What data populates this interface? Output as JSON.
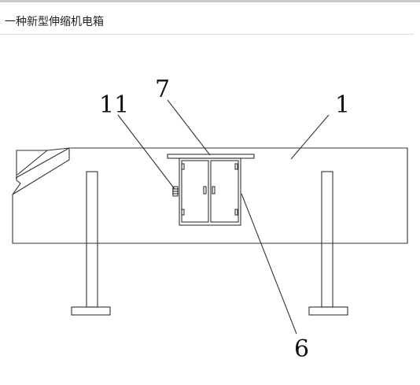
{
  "header": {
    "title": "一种新型伸缩机电箱"
  },
  "diagram": {
    "callouts": [
      {
        "id": "label-7",
        "text": "7"
      },
      {
        "id": "label-11",
        "text": "11"
      },
      {
        "id": "label-1",
        "text": "1"
      },
      {
        "id": "label-6",
        "text": "6"
      }
    ],
    "colors": {
      "stroke": "#333333",
      "background": "#ffffff"
    }
  }
}
